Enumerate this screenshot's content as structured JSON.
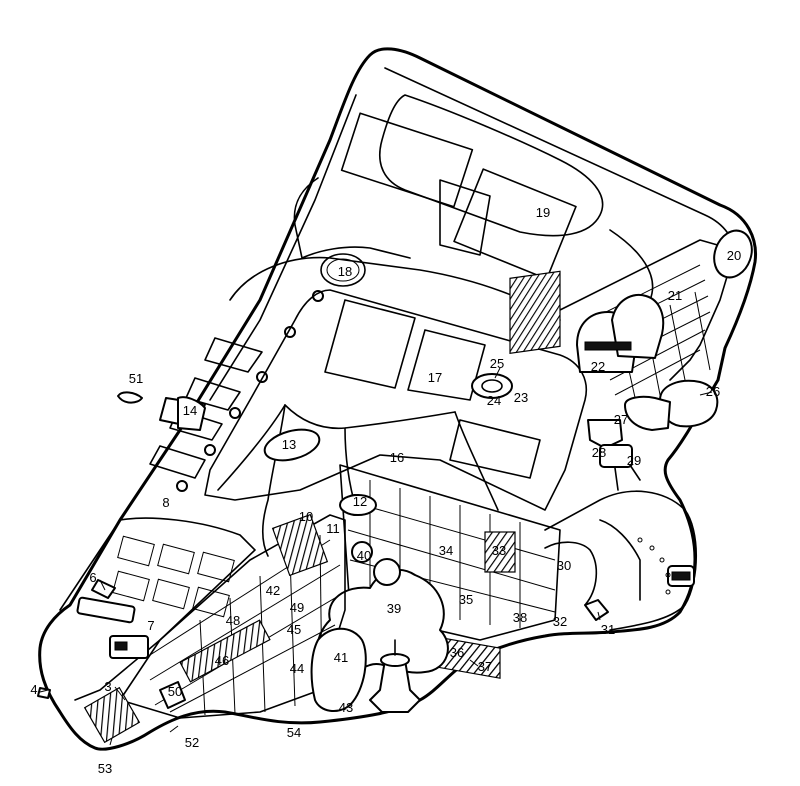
{
  "callouts": [
    {
      "id": "c1",
      "label": "3"
    },
    {
      "id": "c2",
      "label": "4"
    },
    {
      "id": "c3",
      "label": "6"
    },
    {
      "id": "c4",
      "label": "7"
    },
    {
      "id": "c5",
      "label": "8"
    },
    {
      "id": "c6",
      "label": "10"
    },
    {
      "id": "c7",
      "label": "11"
    },
    {
      "id": "c8",
      "label": "12"
    },
    {
      "id": "c9",
      "label": "13"
    },
    {
      "id": "c10",
      "label": "14"
    },
    {
      "id": "c11",
      "label": "16"
    },
    {
      "id": "c12",
      "label": "17"
    },
    {
      "id": "c13",
      "label": "18"
    },
    {
      "id": "c14",
      "label": "19"
    },
    {
      "id": "c15",
      "label": "20"
    },
    {
      "id": "c16",
      "label": "21"
    },
    {
      "id": "c17",
      "label": "22"
    },
    {
      "id": "c18",
      "label": "23"
    },
    {
      "id": "c19",
      "label": "24"
    },
    {
      "id": "c20",
      "label": "25"
    },
    {
      "id": "c21",
      "label": "26"
    },
    {
      "id": "c22",
      "label": "27"
    },
    {
      "id": "c23",
      "label": "28"
    },
    {
      "id": "c24",
      "label": "29"
    },
    {
      "id": "c25",
      "label": "30"
    },
    {
      "id": "c26",
      "label": "31"
    },
    {
      "id": "c27",
      "label": "32"
    },
    {
      "id": "c28",
      "label": "33"
    },
    {
      "id": "c29",
      "label": "34"
    },
    {
      "id": "c30",
      "label": "35"
    },
    {
      "id": "c31",
      "label": "36"
    },
    {
      "id": "c32",
      "label": "37"
    },
    {
      "id": "c33",
      "label": "38"
    },
    {
      "id": "c34",
      "label": "39"
    },
    {
      "id": "c35",
      "label": "40"
    },
    {
      "id": "c36",
      "label": "41"
    },
    {
      "id": "c37",
      "label": "42"
    },
    {
      "id": "c38",
      "label": "43"
    },
    {
      "id": "c39",
      "label": "44"
    },
    {
      "id": "c40",
      "label": "45"
    },
    {
      "id": "c41",
      "label": "46"
    },
    {
      "id": "c42",
      "label": "48"
    },
    {
      "id": "c43",
      "label": "49"
    },
    {
      "id": "c44",
      "label": "50"
    },
    {
      "id": "c45",
      "label": "51"
    },
    {
      "id": "c46",
      "label": "52"
    },
    {
      "id": "c47",
      "label": "53"
    },
    {
      "id": "c48",
      "label": "54"
    }
  ]
}
